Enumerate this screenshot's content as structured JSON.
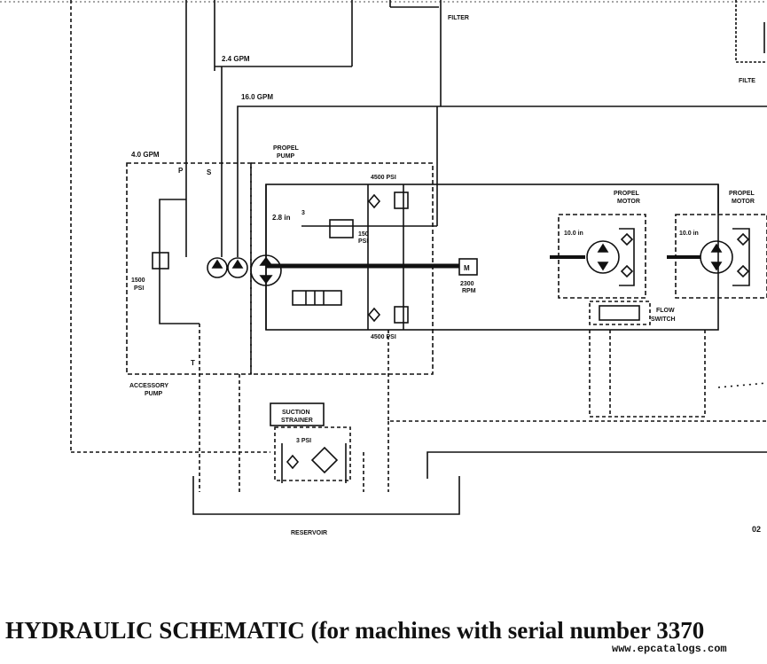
{
  "schematic": {
    "title": "HYDRAULIC SCHEMATIC (for machines with serial number 3370",
    "watermark": "www.epcatalogs.com",
    "page_code": "02",
    "labels": {
      "filter_center": "FILTER",
      "filter_right": "FILTE",
      "flow_2_4": "2.4 GPM",
      "flow_16_0": "16.0 GPM",
      "flow_4_0": "4.0 GPM",
      "propel_pump_1": "PROPEL",
      "propel_pump_2": "PUMP",
      "port_p": "P",
      "port_s": "S",
      "port_t": "T",
      "relief_top": "4500 PSI",
      "relief_bottom": "4500 PSI",
      "pump_displacement": "2.8 in",
      "charge_1": "150",
      "charge_2": "PSI",
      "accessory_relief_1": "1500",
      "accessory_relief_2": "PSI",
      "motor_drive": "M",
      "rpm_1": "2300",
      "rpm_2": "RPM",
      "accessory_pump_1": "ACCESSORY",
      "accessory_pump_2": "PUMP",
      "propel_motor_left_1": "PROPEL",
      "propel_motor_left_2": "MOTOR",
      "propel_motor_right_1": "PROPEL",
      "propel_motor_right_2": "MOTOR",
      "motor_disp_left": "10.0 in",
      "motor_disp_right": "10.0 in",
      "flow_switch_1": "FLOW",
      "flow_switch_2": "SWITCH",
      "suction_strainer_1": "SUCTION",
      "suction_strainer_2": "STRAINER",
      "strainer_psi": "3 PSI",
      "reservoir": "RESERVOIR",
      "cubed": "3"
    }
  }
}
